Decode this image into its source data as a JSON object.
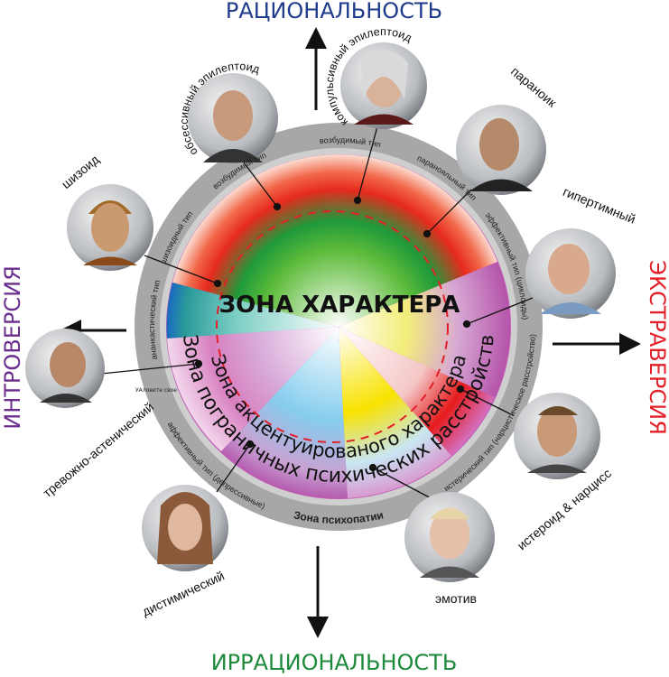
{
  "axes": {
    "top": "РАЦИОНАЛЬНОСТЬ",
    "bottom": "ИРРАЦИОНАЛЬНОСТЬ",
    "left": "ИНТРОВЕРСИЯ",
    "right": "ЭКСТРАВЕРСИЯ"
  },
  "colors": {
    "top": "#1f3b8c",
    "bottom": "#1e8a3c",
    "left": "#6b2c8e",
    "right": "#e3202a",
    "psychopathy": "#e3202a"
  },
  "zones": {
    "character": "ЗОНА ХАРАКТЕРА",
    "accentuated": "Зона акцентуированого характера",
    "borderline": "Зона пограничных психических расстройств",
    "psychopathy": "Зона психопатии"
  },
  "ring_labels": {
    "anankastic": "ананкастический тип",
    "schizoid": "шизоидный тип",
    "excitable_left": "возбудимый тип",
    "excitable_top": "возбудимый тип",
    "paranoid": "паранояльный тип",
    "affective_cycloid": "эффективный тип (циклоиды)",
    "hysteric": "истерический тип (нарцистическое расстройство)",
    "affective_depressive": "аффективный тип (депрессивные)",
    "small_note": "УАловите свое"
  },
  "persons": [
    {
      "label": "обсессивный эпилептоид"
    },
    {
      "label": "компульсивный эпилептоид"
    },
    {
      "label": "параноик"
    },
    {
      "label": "гипертимный"
    },
    {
      "label": "истероид & нарцисс"
    },
    {
      "label": "эмотив"
    },
    {
      "label": "дистимический"
    },
    {
      "label": "тревожно-астенический"
    },
    {
      "label": "шизоид"
    }
  ]
}
